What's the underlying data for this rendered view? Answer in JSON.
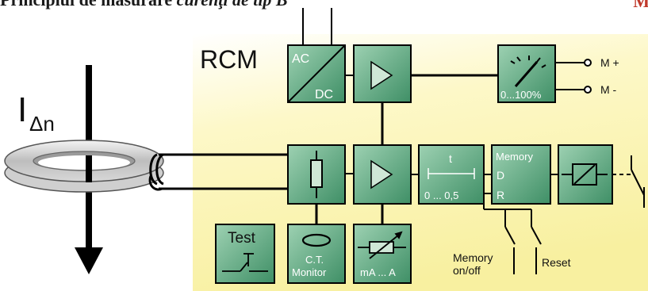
{
  "title": {
    "normal": "Principiul de măsurare ",
    "italic": "curenţi de tip B"
  },
  "corner_letter": "M",
  "colors": {
    "panel_top": "#ffffff",
    "panel_bottom": "#fbf6b0",
    "block_fill": "#5fa882",
    "block_light": "#cfe7d6",
    "line": "#000000"
  },
  "labels": {
    "rcm": "RCM",
    "current_symbol": "I",
    "current_sub": "Δn",
    "ac": "AC",
    "dc": "DC",
    "meter_scale": "0...100%",
    "m_plus": "M +",
    "m_minus": "M -",
    "delay_t": "t",
    "delay_range": "0 ... 0,5",
    "memory": "Memory",
    "memory_d": "D",
    "memory_r": "R",
    "test": "Test",
    "ct_line1": "C.T.",
    "ct_line2": "Monitor",
    "ma_range": "mA ... A",
    "memory_switch_line1": "Memory",
    "memory_switch_line2": "on/off",
    "reset": "Reset"
  },
  "icons": [
    "amplifier-triangle-icon",
    "meter-needle-icon",
    "resistor-icon",
    "relay-coil-icon",
    "push-button-icon",
    "ct-coil-icon",
    "variable-resistor-icon",
    "switch-contact-icon",
    "current-arrow-icon",
    "toroid-icon"
  ]
}
